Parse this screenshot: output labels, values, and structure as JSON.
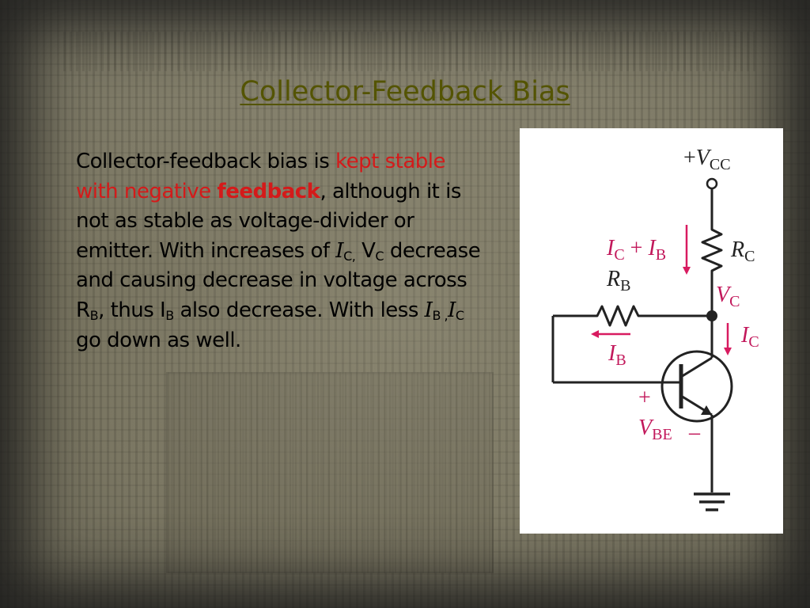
{
  "slide": {
    "title": "Collector-Feedback Bias"
  },
  "paragraph": {
    "t1": "Collector-feedback bias is ",
    "t2": "kept stable",
    "t3": "with  negative ",
    "t4": "feedback",
    "t5": ", although it is not as stable as voltage-divider or emitter. With increases of ",
    "ic_sym": "I",
    "ic_sub": "C,",
    "t6": " V",
    "vc_sub": "C",
    "t7": " decrease and causing decrease in voltage across R",
    "rb_sub": "B",
    "t8": ", thus I",
    "ib_sub": "B",
    "t9": " also decrease. With less ",
    "ib2_sym": "I",
    "ib2_sub": "B ,",
    "ic2_sym": "I",
    "ic2_sub": "C",
    "t10": "  go down as well."
  },
  "circuit": {
    "vcc_plus": "+",
    "vcc_v": "V",
    "vcc_sub": "CC",
    "rc_r": "R",
    "rc_sub": "C",
    "rb_r": "R",
    "rb_sub": "B",
    "icib_i1": "I",
    "icib_s1": "C",
    "icib_plus": " + ",
    "icib_i2": "I",
    "icib_s2": "B",
    "vc_v": "V",
    "vc_sub": "C",
    "ic_i": "I",
    "ic_sub": "C",
    "ib_i": "I",
    "ib_sub": "B",
    "vbe_plus": "+",
    "vbe_v": "V",
    "vbe_sub": "BE",
    "vbe_minus": "–"
  },
  "colors": {
    "title": "#545403",
    "highlight": "#d41a1a",
    "magenta_label": "#c2185b",
    "arrow": "#d81b60"
  }
}
